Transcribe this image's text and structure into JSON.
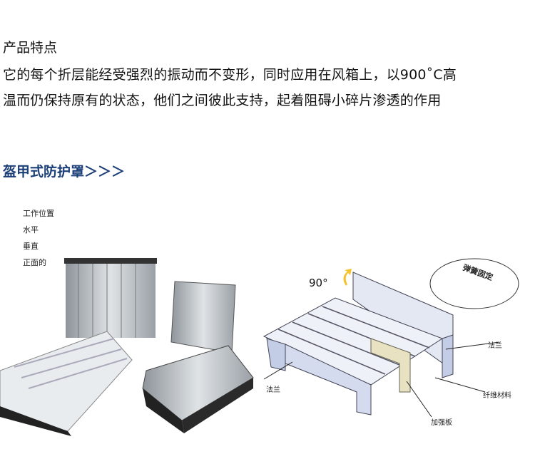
{
  "features": {
    "title": "产品特点",
    "lines": [
      "它的每个折层能经受强烈的振动而不变形，同时应用在风箱上，以900˚C高",
      "温而仍保持原有的状态，他们之间彼此支持，起着阻碍小碎片渗透的作用"
    ]
  },
  "section": {
    "title": "盔甲式防护罩＞＞＞"
  },
  "work_positions": [
    "工作位置",
    "水平",
    "垂直",
    "正面的"
  ],
  "diagram": {
    "angle": "90°",
    "spring": "弹簧固定",
    "flange_right": "法兰",
    "flange_left": "法兰",
    "fiber": "纤维材料",
    "plate": "加强板"
  }
}
